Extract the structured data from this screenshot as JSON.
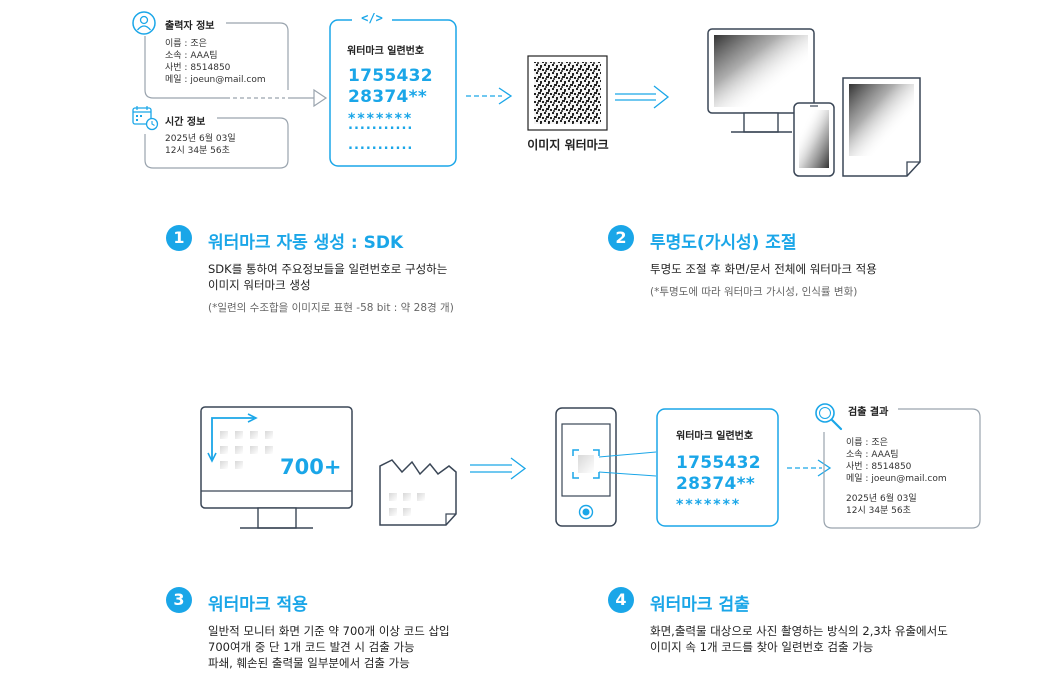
{
  "top": {
    "printer_info": {
      "label": "출력자 정보",
      "lines": [
        "이름 : 조은",
        "소속 : AAA팀",
        "사번 : 8514850",
        "메일 : joeun@mail.com"
      ]
    },
    "time_info": {
      "label": "시간 정보",
      "lines": [
        "2025년 6월 03일",
        "12시 34분 56초"
      ]
    },
    "code_symbol": "</>",
    "serial_card": {
      "title": "워터마크 일련번호",
      "line1": "1755432",
      "line2": "28374**",
      "stars": "*******",
      "dots1": "...........",
      "dots2": "..........."
    },
    "image_watermark_label": "이미지 워터마크"
  },
  "steps": [
    {
      "num": "1",
      "title": "워터마크 자동 생성 : SDK",
      "lines": [
        "SDK를 통하여 주요정보들을 일련번호로 구성하는",
        "이미지 워터마크 생성"
      ],
      "note": "(*일련의 수조합을 이미지로 표현 -58 bit : 약 28경 개)"
    },
    {
      "num": "2",
      "title": "투명도(가시성) 조절",
      "lines": [
        "투명도 조절 후 화면/문서 전체에 워터마크 적용"
      ],
      "note": "(*투명도에 따라 워터마크 가시성, 인식률 변화)"
    },
    {
      "num": "3",
      "title": "워터마크 적용",
      "lines": [
        "일반적 모니터 화면 기준 약 700개 이상 코드 삽입",
        "700여개 중 단 1개 코드 발견 시 검출 가능",
        "파쇄, 훼손된 출력물 일부분에서 검출 가능"
      ]
    },
    {
      "num": "4",
      "title": "워터마크 검출",
      "lines": [
        "화면,출력물 대상으로 사진 촬영하는 방식의 2,3차 유출에서도",
        "이미지 속 1개 코드를 찾아 일련번호 검출 가능"
      ]
    }
  ],
  "bottom": {
    "count_label": "700+",
    "serial_card": {
      "title": "워터마크 일련번호",
      "line1": "1755432",
      "line2": "28374**",
      "stars": "*******"
    },
    "result": {
      "label": "검출 결과",
      "lines": [
        "이름 : 조은",
        "소속 : AAA팀",
        "사번 : 8514850",
        "메일 : joeun@mail.com"
      ],
      "time_lines": [
        "2025년 6월 03일",
        "12시 34분 56초"
      ]
    }
  },
  "colors": {
    "accent": "#1aa6e8",
    "line": "#9aa4ae",
    "dark": "#3a4656"
  }
}
